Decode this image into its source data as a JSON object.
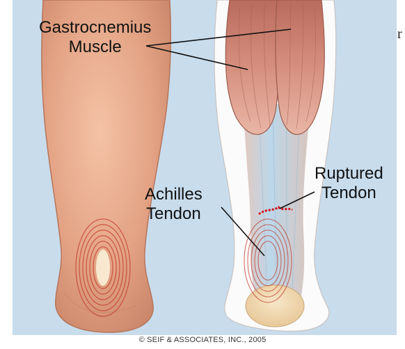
{
  "labels": {
    "gastrocnemius_line1": "Gastrocnemius",
    "gastrocnemius_line2": "Muscle",
    "achilles_line1": "Achilles",
    "achilles_line2": "Tendon",
    "ruptured_line1": "Ruptured",
    "ruptured_line2": "Tendon"
  },
  "copyright": "© SEIF & ASSOCIATES, INC., 2005",
  "stray_glyph": "r",
  "colors": {
    "background": "#c8dcec",
    "skin": "#e6a98a",
    "muscle": "#c97b6c",
    "tendon": "#b8d4e8",
    "pain_rings": "#c0392b",
    "rupture": "#d4101a"
  }
}
